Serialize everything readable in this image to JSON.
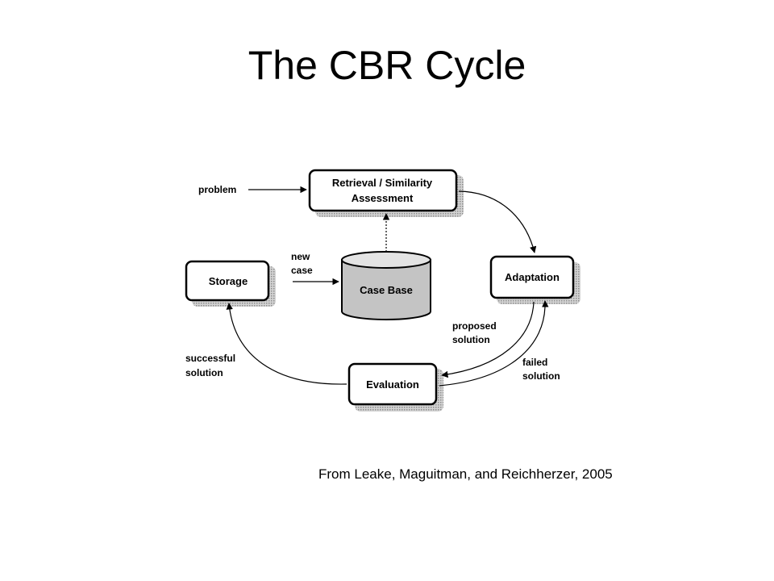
{
  "slide": {
    "title": "The CBR Cycle",
    "citation": "From Leake, Maguitman, and Reichherzer, 2005"
  },
  "diagram": {
    "nodes": {
      "retrieval_line1": "Retrieval / Similarity",
      "retrieval_line2": "Assessment",
      "adaptation": "Adaptation",
      "evaluation": "Evaluation",
      "storage": "Storage",
      "case_base": "Case Base"
    },
    "edge_labels": {
      "problem": "problem",
      "new_case_line1": "new",
      "new_case_line2": "case",
      "proposed_line1": "proposed",
      "proposed_line2": "solution",
      "failed_line1": "failed",
      "failed_line2": "solution",
      "successful_line1": "successful",
      "successful_line2": "solution"
    }
  }
}
